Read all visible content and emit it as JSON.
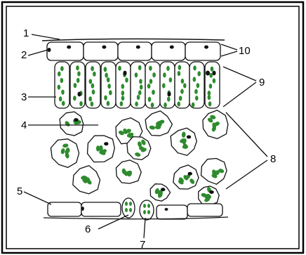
{
  "colors": {
    "frame": "#000000",
    "cell_outline": "#111111",
    "chloroplast": "#2e8b2e",
    "nucleus": "#111111",
    "background": "#ffffff"
  },
  "labels": [
    "1",
    "2",
    "3",
    "4",
    "5",
    "6",
    "7",
    "8",
    "9",
    "10"
  ]
}
